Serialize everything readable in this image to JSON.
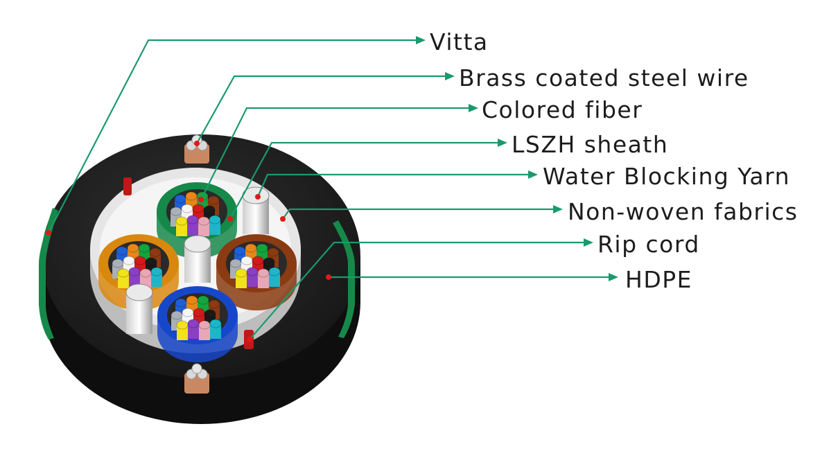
{
  "labels": [
    {
      "id": "vitta",
      "text": "Vitta"
    },
    {
      "id": "brass",
      "text": "Brass coated steel wire"
    },
    {
      "id": "fiber",
      "text": "Colored fiber"
    },
    {
      "id": "lszh",
      "text": "LSZH sheath"
    },
    {
      "id": "yarn",
      "text": "Water Blocking Yarn"
    },
    {
      "id": "fabric",
      "text": "Non-woven fabrics"
    },
    {
      "id": "ripcord",
      "text": "Rip cord"
    },
    {
      "id": "hdpe",
      "text": "HDPE"
    }
  ],
  "colors": {
    "leader": "#1a9a6c",
    "marker_dot": "#e01818",
    "hdpe_jacket": "#1e1e1e",
    "vitta_stripe": "#16894a",
    "inner_ring": "#e6e6e6",
    "tube_green": "#16884a",
    "tube_orange": "#d9880f",
    "tube_brown": "#8a3b12",
    "tube_blue": "#1747c9",
    "copper": "#c98862",
    "rip_cord": "#c01818"
  },
  "fiber_colors": [
    "#1e5fd6",
    "#e8861a",
    "#17a33e",
    "#8a3b12",
    "#aab0b8",
    "#f5f5f5",
    "#d11a1a",
    "#1a1a1a",
    "#f2e21a",
    "#8a3fc4",
    "#e8a7b5",
    "#1fb5c9"
  ]
}
